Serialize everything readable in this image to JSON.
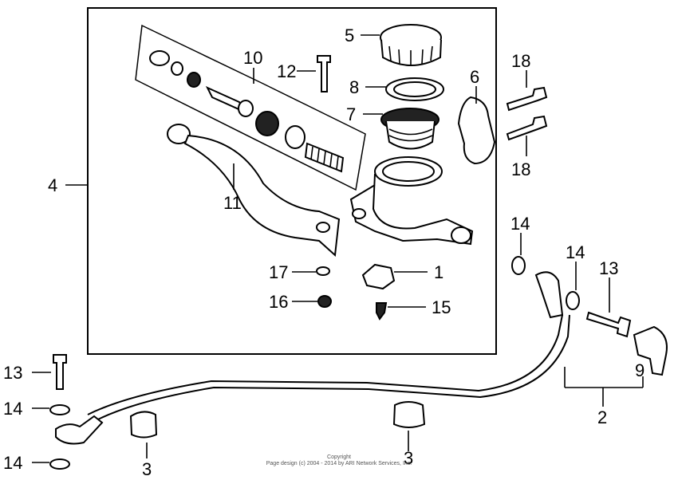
{
  "labels": {
    "p1": "1",
    "p2": "2",
    "p3a": "3",
    "p3b": "3",
    "p4": "4",
    "p5": "5",
    "p6": "6",
    "p7": "7",
    "p8": "8",
    "p9": "9",
    "p10": "10",
    "p11": "11",
    "p12": "12",
    "p13a": "13",
    "p13b": "13",
    "p14a": "14",
    "p14b": "14",
    "p14c": "14",
    "p14d": "14",
    "p15": "15",
    "p16": "16",
    "p17": "17",
    "p18a": "18",
    "p18b": "18"
  },
  "copyright": {
    "line1": "Copyright",
    "line2": "Page design (c) 2004 - 2014 by ARI Network Services, Inc."
  }
}
